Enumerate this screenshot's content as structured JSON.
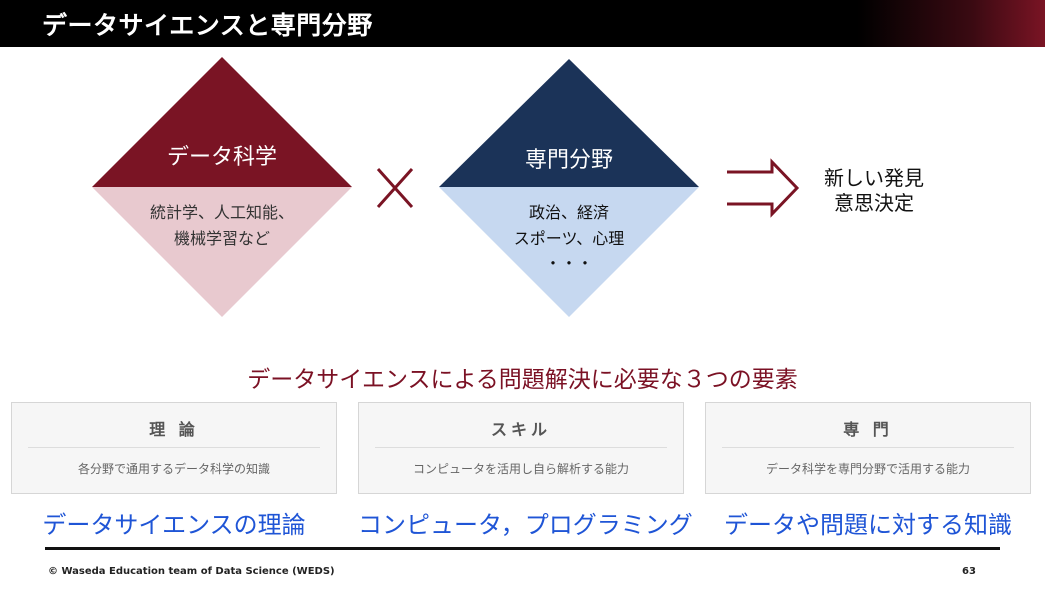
{
  "header": {
    "title": "データサイエンスと専門分野"
  },
  "diagram": {
    "data_science": {
      "title": "データ科学",
      "subtitle_line1": "統計学、人工知能、",
      "subtitle_line2": "機械学習など",
      "top_color": "#7a1424",
      "bottom_color": "#e8c9cf"
    },
    "operator": "×",
    "specialty": {
      "title": "専門分野",
      "subtitle_line1": "政治、経済",
      "subtitle_line2": "スポーツ、心理",
      "subtitle_line3": "・・・",
      "top_color": "#1b3358",
      "bottom_color": "#c6d8f0"
    },
    "result": {
      "line1": "新しい発見",
      "line2": "意思決定"
    },
    "arrow_icon": "double-arrow-right-icon"
  },
  "subhead": "データサイエンスによる問題解決に必要な３つの要素",
  "elements": [
    {
      "head": "理 論",
      "desc": "各分野で通用するデータ科学の知識",
      "highlight": "データサイエンスの理論"
    },
    {
      "head": "スキル",
      "desc": "コンピュータを活用し自ら解析する能力",
      "highlight": "コンピュータ，プログラミング"
    },
    {
      "head": "専 門",
      "desc": "データ科学を専門分野で活用する能力",
      "highlight": "データや問題に対する知識"
    }
  ],
  "footer": {
    "copyright": "© Waseda Education team of Data Science (WEDS)",
    "page": "63"
  }
}
